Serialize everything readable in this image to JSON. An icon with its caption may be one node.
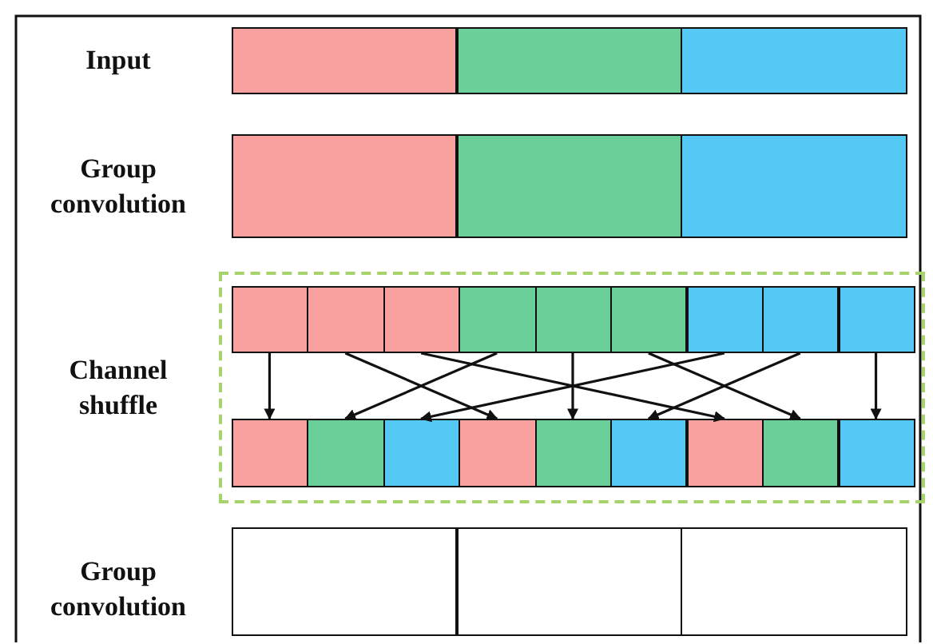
{
  "diagram": {
    "nodes": [
      {
        "text": [],
        "shape": "box"
      },
      {
        "text": [],
        "shape": "box"
      },
      {
        "text": [],
        "shape": "box"
      },
      {
        "text": [],
        "shape": "box"
      },
      {
        "text": [],
        "shape": "box"
      },
      {
        "text": [],
        "shape": "box"
      },
      {
        "text": [],
        "shape": "box"
      },
      {
        "text": [],
        "shape": "box",
        "in": 6
      },
      {
        "text": [],
        "shape": "box",
        "in": 6
      },
      {
        "text": [],
        "shape": "box",
        "in": 6
      },
      {
        "text": [],
        "shape": "box",
        "in": 6
      },
      {
        "text": [],
        "shape": "box",
        "in": 6
      },
      {
        "text": [],
        "shape": "box",
        "in": 6
      },
      {
        "text": [],
        "shape": "box",
        "in": 6
      },
      {
        "text": [],
        "shape": "box",
        "in": 6
      },
      {
        "text": [],
        "shape": "box",
        "in": 6
      },
      {
        "text": [],
        "shape": "box",
        "in": 6
      },
      {
        "text": [],
        "shape": "box",
        "in": 6
      },
      {
        "text": [],
        "shape": "box",
        "in": 6
      },
      {
        "text": [],
        "shape": "box",
        "in": 6
      },
      {
        "text": [],
        "shape": "box",
        "in": 6
      },
      {
        "text": [],
        "shape": "box",
        "in": 6
      },
      {
        "text": [],
        "shape": "box",
        "in": 6
      },
      {
        "text": [],
        "shape": "box",
        "in": 6
      },
      {
        "text": [],
        "shape": "box",
        "in": 6
      },
      {
        "text": [],
        "shape": "box"
      },
      {
        "text": [],
        "shape": "box"
      },
      {
        "text": [],
        "shape": "box"
      }
    ],
    "edges": [
      {
        "from": 7,
        "to": 16,
        "arrow": "to"
      },
      {
        "from": 8,
        "to": 19,
        "arrow": "to"
      },
      {
        "from": 9,
        "to": 22,
        "arrow": "to"
      },
      {
        "from": 10,
        "to": 17,
        "arrow": "to"
      },
      {
        "from": 11,
        "to": 20,
        "arrow": "to"
      },
      {
        "from": 12,
        "to": 23,
        "arrow": "to"
      },
      {
        "from": 13,
        "to": 18,
        "arrow": "to"
      },
      {
        "from": 14,
        "to": 21,
        "arrow": "to"
      },
      {
        "from": 15,
        "to": 24,
        "arrow": "to"
      }
    ],
    "labels": [
      "Input",
      "Group convolution",
      "Channel shuffle",
      "Group convolution"
    ]
  }
}
